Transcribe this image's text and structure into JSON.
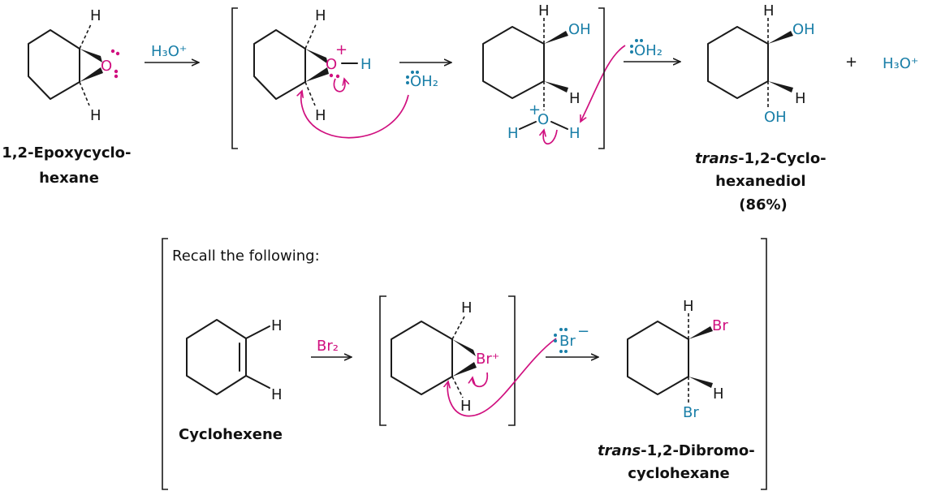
{
  "colors": {
    "bond": "#1a1a1a",
    "curly_arrow": "#d0107f",
    "oxygen_reagent": "#d0107f",
    "water_acid": "#1a7fa8",
    "bromine": "#d0107f",
    "bromide": "#1a7fa8"
  },
  "atoms": {
    "H": "H",
    "O": "O",
    "OH": "OH",
    "Br": "Br",
    "plus": "+",
    "minus": "−",
    "H3O_plus": "H₃O⁺",
    "OH2": "OH₂",
    "Br2": "Br₂",
    "Br_plus": "Br⁺"
  },
  "reaction_top": {
    "reagent_above_arrow": "H₃O⁺",
    "nucleophile_label": "OH₂",
    "byproduct": "H₃O⁺",
    "plus_sign": "+",
    "starting_material_name": [
      "1,2-Epoxycyclo-",
      "hexane"
    ],
    "product_name_italic": "trans",
    "product_name": [
      "-1,2-Cyclo-",
      "hexanediol",
      "(86%)"
    ]
  },
  "reaction_bottom": {
    "box_title": "Recall the following:",
    "reagent_above_arrow": "Br₂",
    "nucleophile_label": "Br",
    "starting_material_name": "Cyclohexene",
    "product_name_italic": "trans",
    "product_name": [
      "-1,2-Dibromo-",
      "cyclohexane"
    ]
  },
  "icons": [
    "curly-arrow",
    "reaction-arrow",
    "square-bracket",
    "lone-pair-dots",
    "wedge-bond",
    "hash-bond"
  ]
}
